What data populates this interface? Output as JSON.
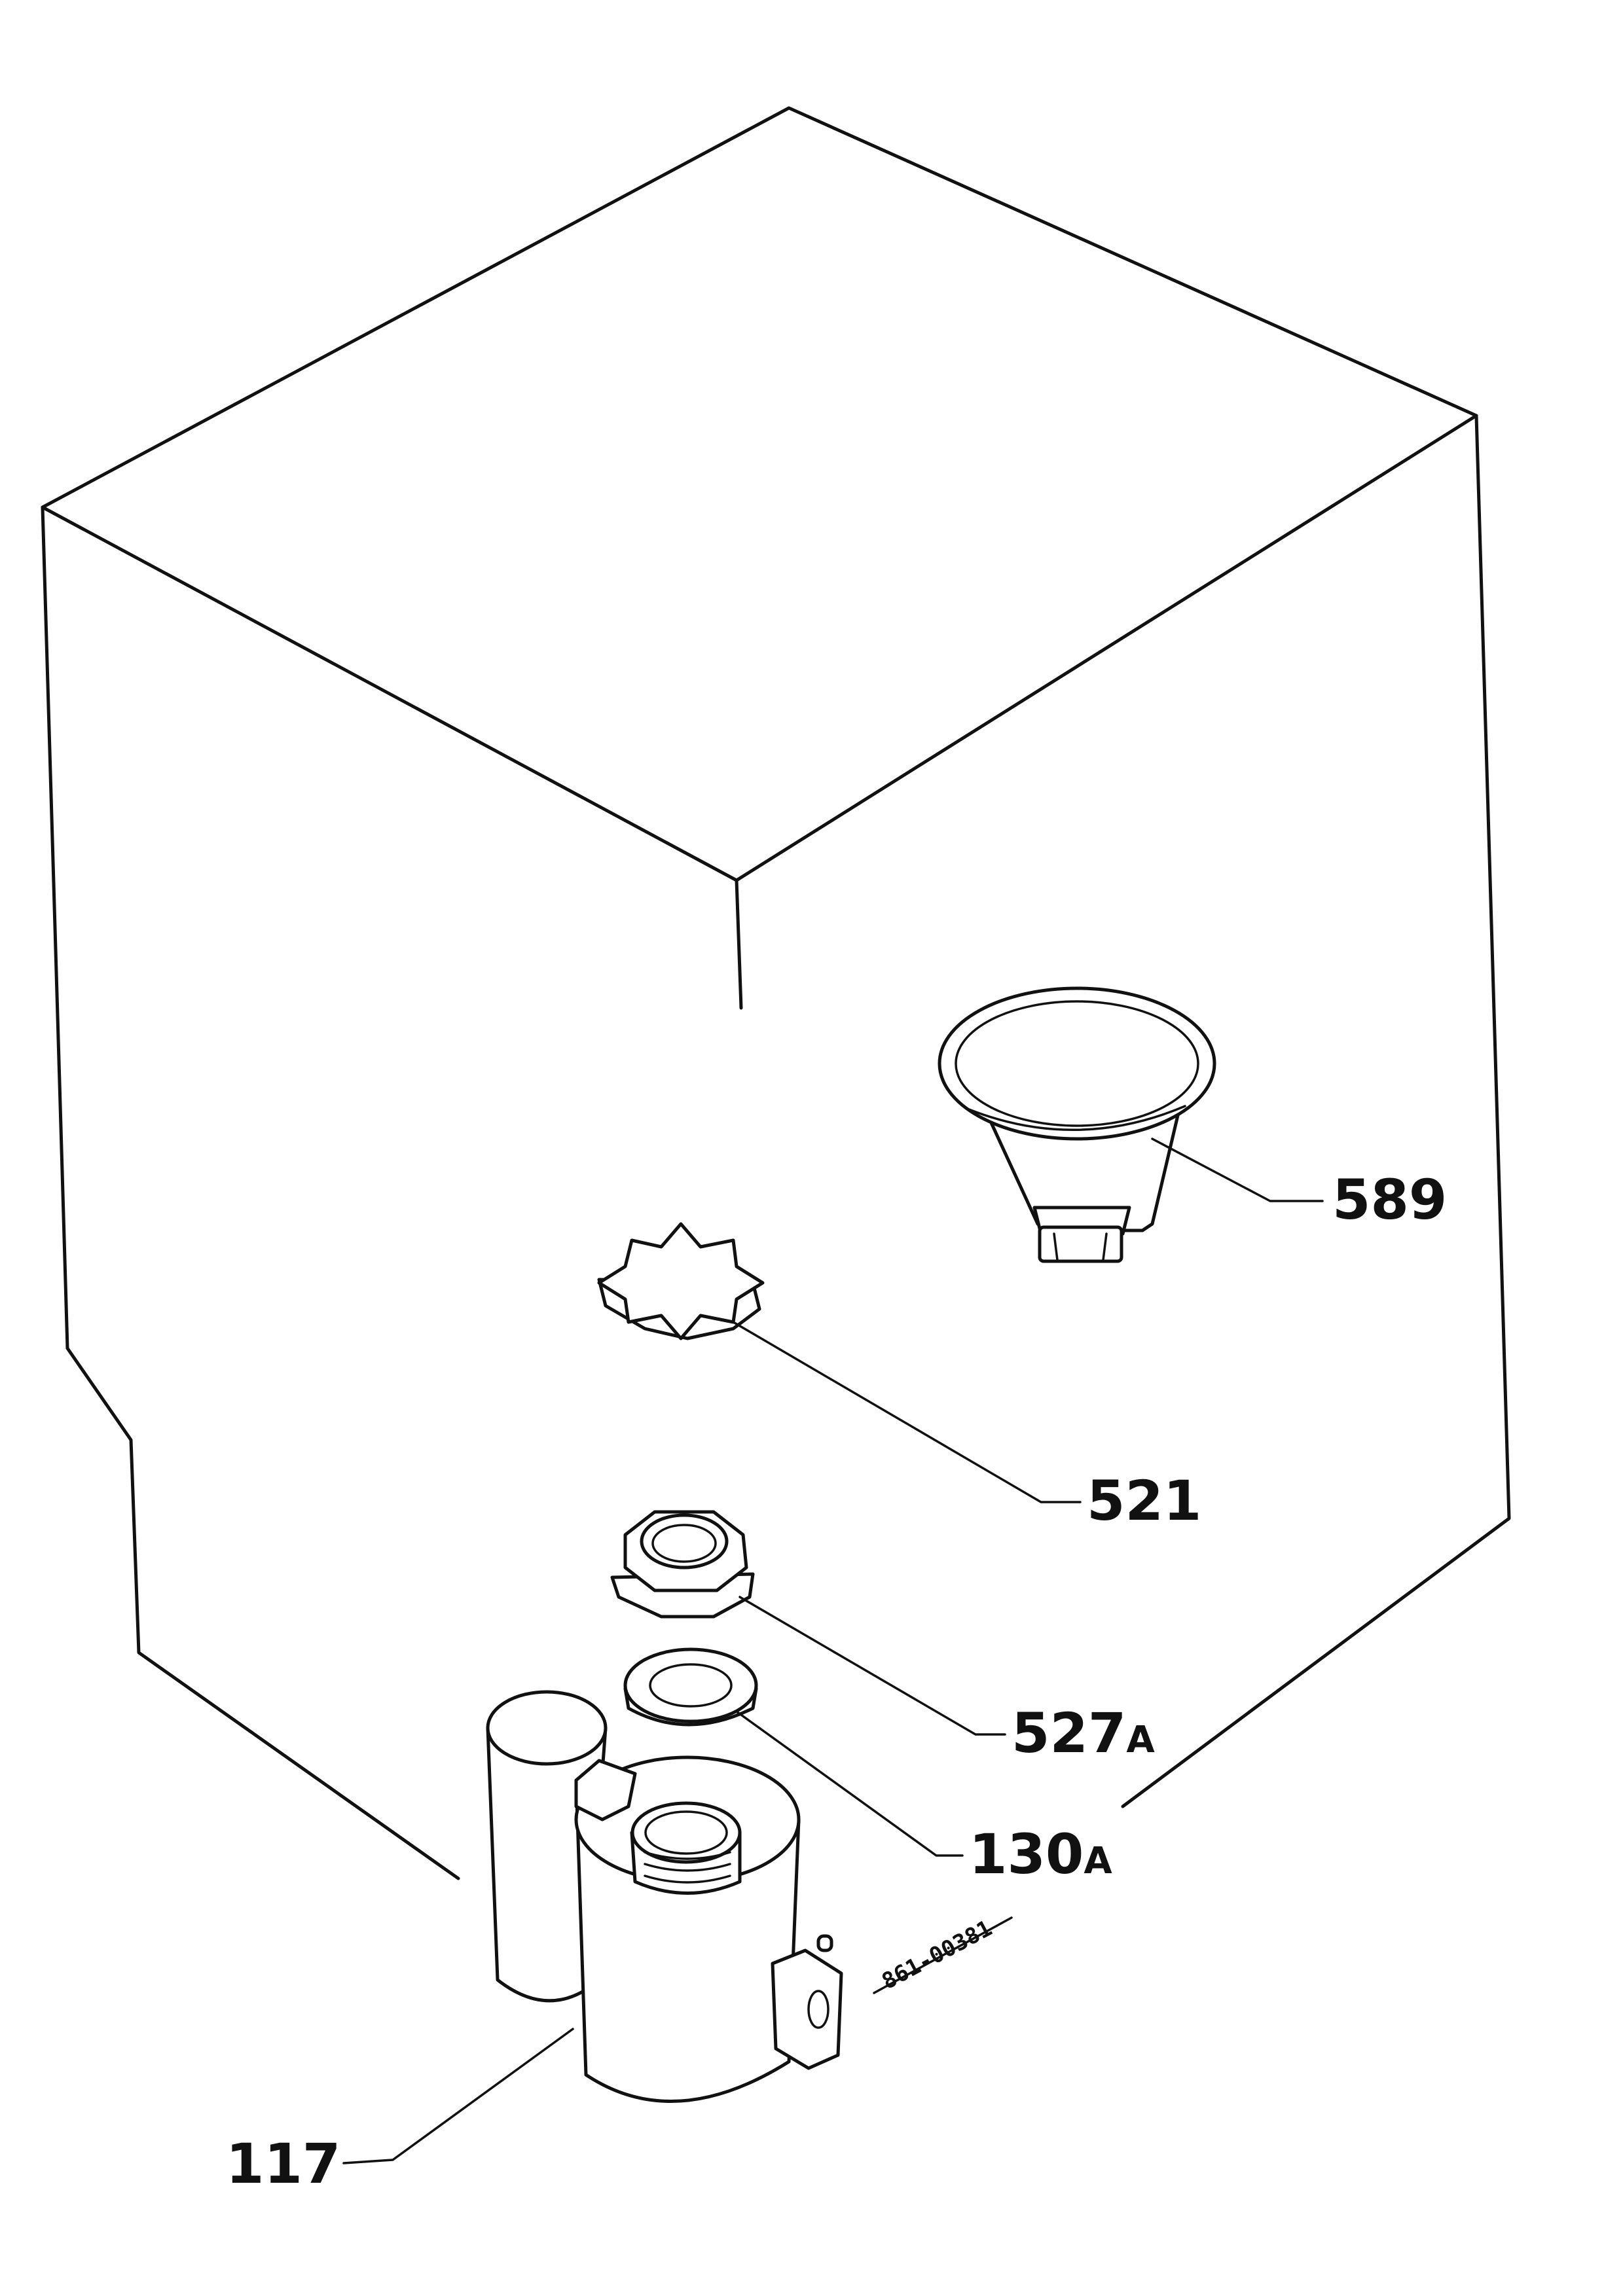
{
  "parts": [
    {
      "id": "589",
      "main": "589",
      "suffix": ""
    },
    {
      "id": "521",
      "main": "521",
      "suffix": ""
    },
    {
      "id": "527A",
      "main": "527",
      "suffix": "A"
    },
    {
      "id": "130A",
      "main": "130",
      "suffix": "A"
    },
    {
      "id": "117",
      "main": "117",
      "suffix": ""
    }
  ],
  "drawing_code": "861-00381"
}
